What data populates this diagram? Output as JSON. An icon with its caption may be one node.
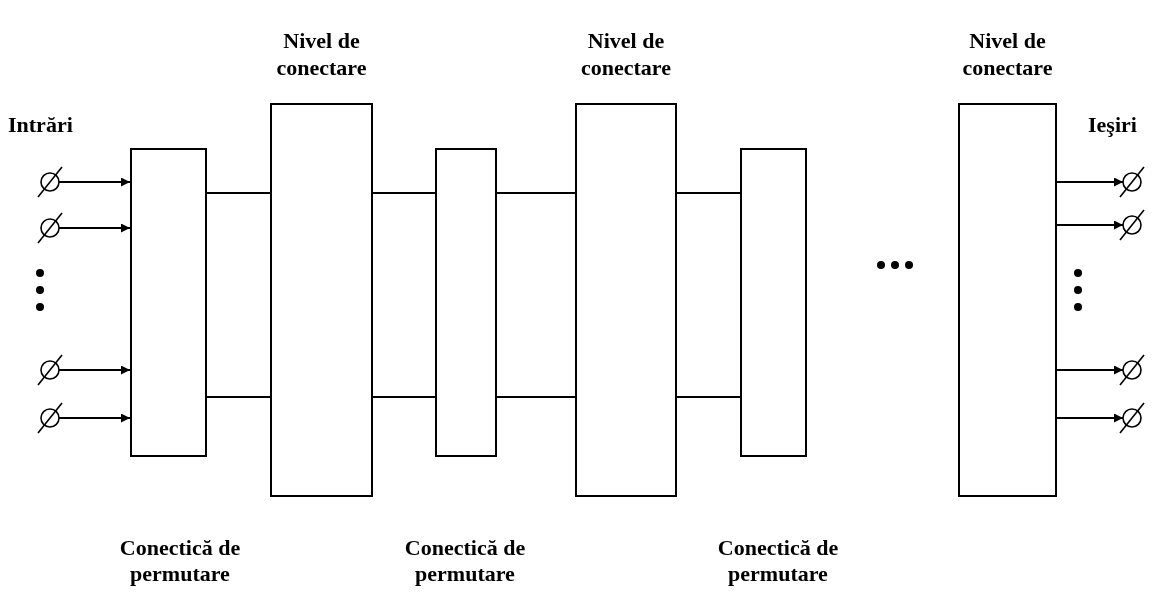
{
  "diagram": {
    "nodes": [
      {
        "text": [],
        "shape": "circle"
      },
      {
        "text": [],
        "shape": "circle"
      },
      {
        "text": [],
        "shape": "circle"
      },
      {
        "text": [],
        "shape": "circle"
      },
      {
        "text": [],
        "shape": "box"
      },
      {
        "text": [
          "Nivel de conectare"
        ]
      },
      {
        "text": [],
        "shape": "box"
      },
      {
        "text": [
          "Nivel de conectare"
        ]
      },
      {
        "text": [],
        "shape": "box"
      },
      {
        "text": [
          "Nivel de conectare"
        ]
      },
      {
        "text": [],
        "shape": "circle"
      },
      {
        "text": [],
        "shape": "circle"
      },
      {
        "text": [],
        "shape": "circle"
      },
      {
        "text": [],
        "shape": "circle"
      }
    ],
    "edges": [
      {
        "from": 0,
        "to": 4,
        "arrow": "to"
      },
      {
        "from": 1,
        "to": 4,
        "arrow": "to"
      },
      {
        "from": 2,
        "to": 4,
        "arrow": "to"
      },
      {
        "from": 3,
        "to": 4,
        "arrow": "to"
      },
      {
        "from": 4,
        "to": 5,
        "arrow": "none"
      },
      {
        "from": 4,
        "to": 5,
        "arrow": "none"
      },
      {
        "from": 5,
        "to": 6,
        "arrow": "none"
      },
      {
        "from": 5,
        "to": 6,
        "arrow": "none"
      },
      {
        "from": 6,
        "to": 7,
        "arrow": "none"
      },
      {
        "from": 6,
        "to": 7,
        "arrow": "none"
      },
      {
        "from": 7,
        "to": 8,
        "arrow": "none"
      },
      {
        "from": 7,
        "to": 8,
        "arrow": "none"
      },
      {
        "from": 9,
        "to": 10,
        "arrow": "to"
      },
      {
        "from": 9,
        "to": 11,
        "arrow": "to"
      },
      {
        "from": 9,
        "to": 12,
        "arrow": "to"
      },
      {
        "from": 9,
        "to": 13,
        "arrow": "to"
      }
    ],
    "labels": [
      "Intrări",
      "Ieşiri",
      "Conectică de permutare",
      "Conectică de permutare",
      "Conectică de permutare"
    ]
  }
}
